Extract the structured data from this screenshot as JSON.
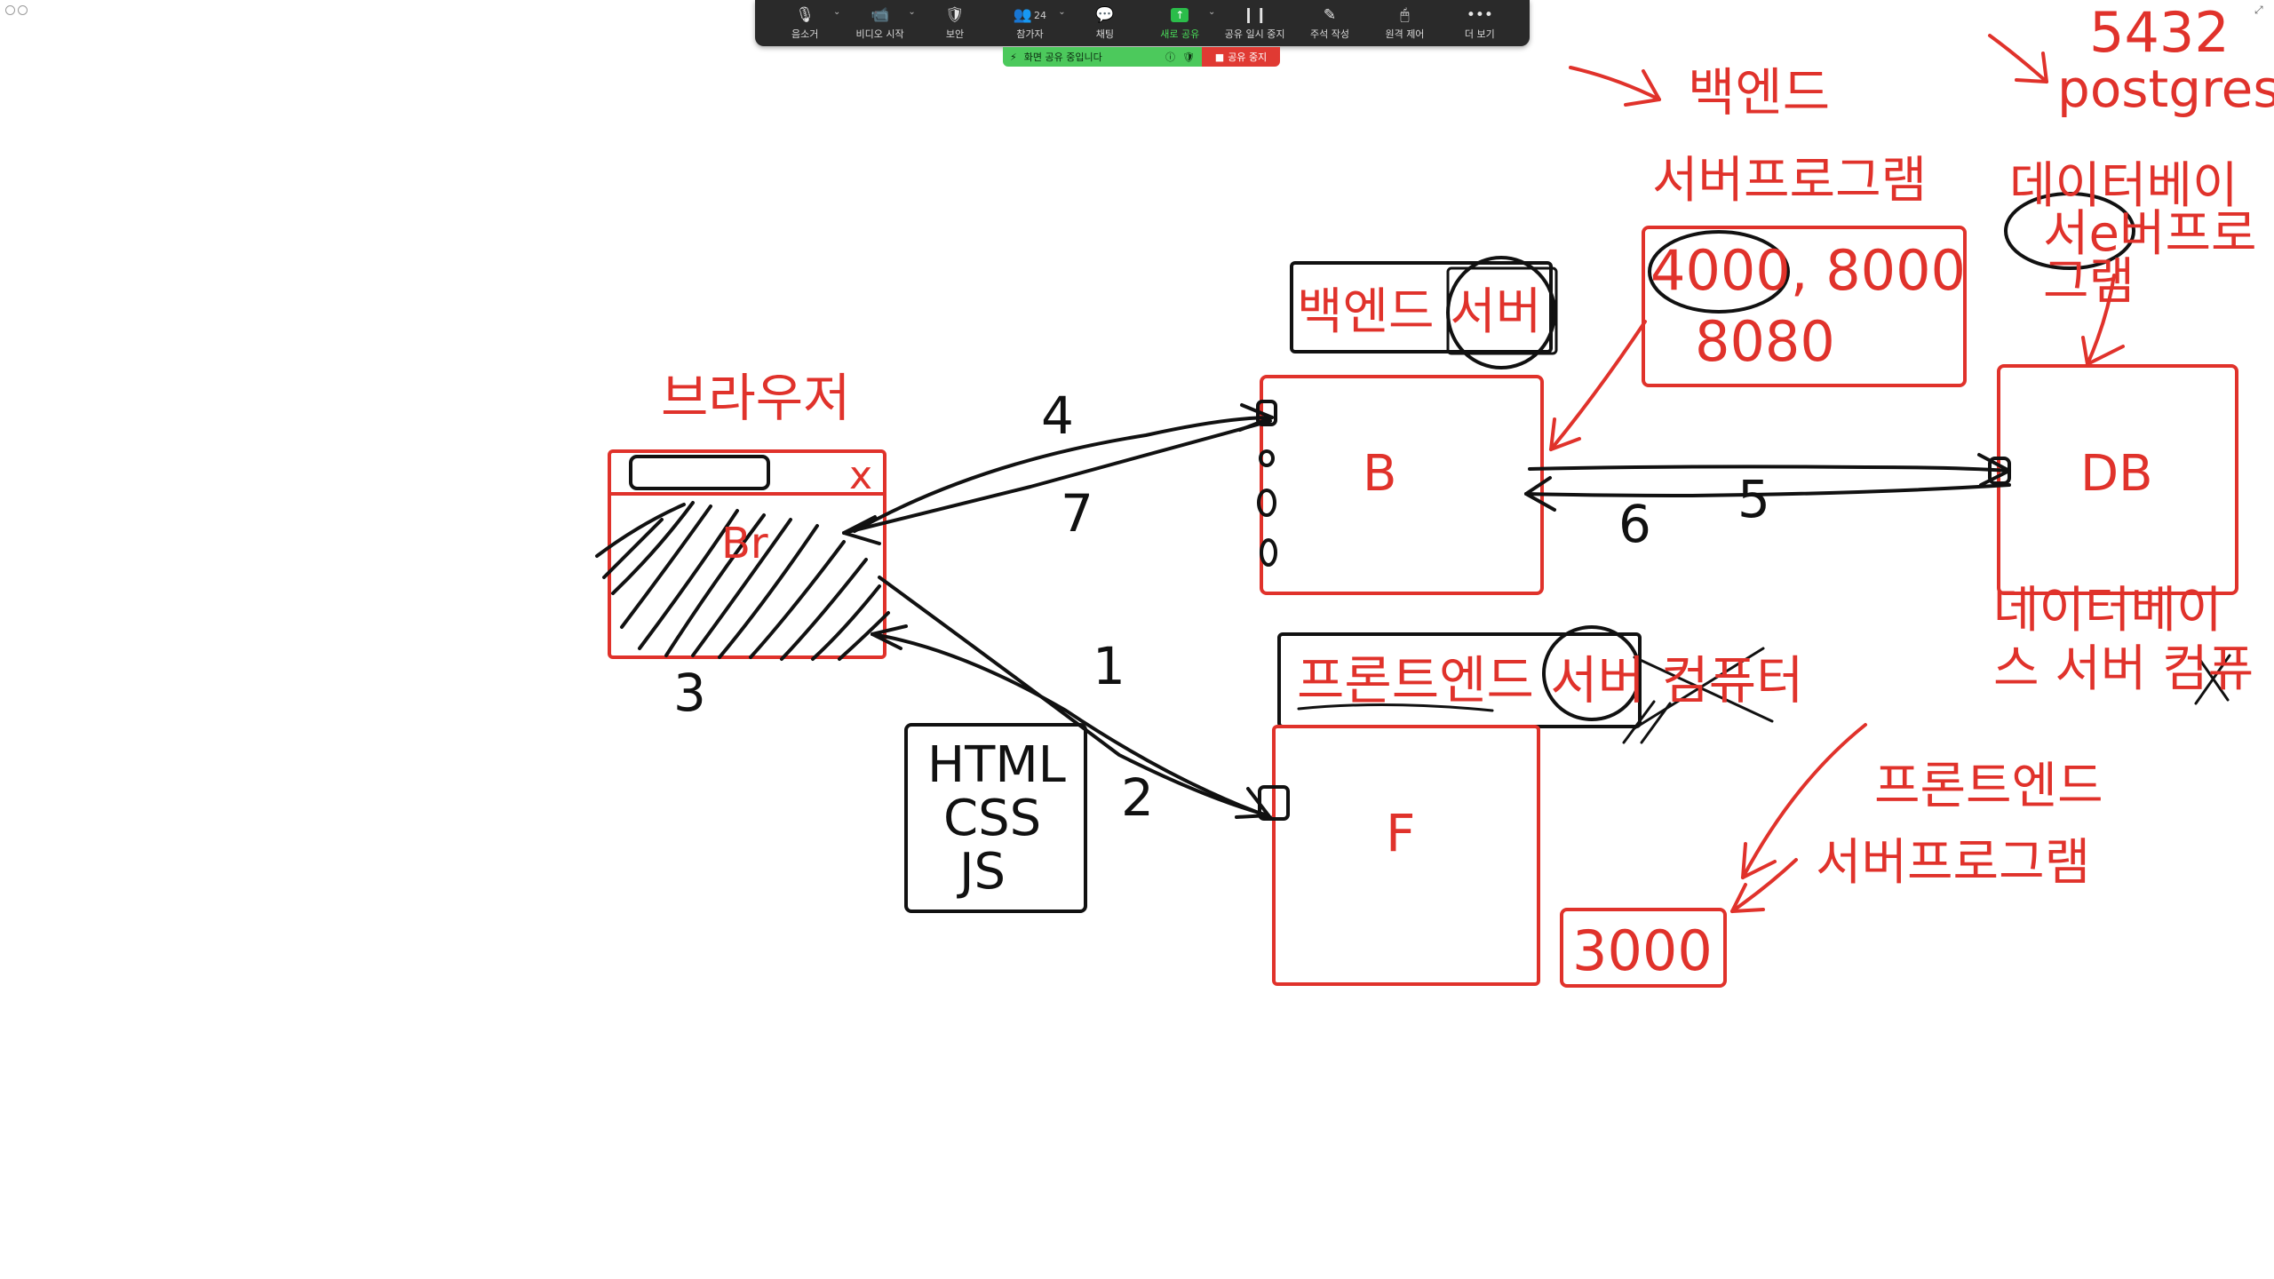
{
  "toolbar": {
    "items": [
      {
        "label": "음소거",
        "icon": "microphone-icon"
      },
      {
        "label": "비디오 시작",
        "icon": "video-off-icon"
      },
      {
        "label": "보안",
        "icon": "shield-icon"
      },
      {
        "label": "참가자",
        "icon": "participants-icon",
        "count": "24"
      },
      {
        "label": "채팅",
        "icon": "chat-icon"
      },
      {
        "label": "새로 공유",
        "icon": "share-screen-icon"
      },
      {
        "label": "공유 일시 중지",
        "icon": "pause-icon"
      },
      {
        "label": "주석 작성",
        "icon": "pencil-icon"
      },
      {
        "label": "원격 제어",
        "icon": "mouse-icon"
      },
      {
        "label": "더 보기",
        "icon": "more-icon"
      }
    ]
  },
  "share_bar": {
    "status": "화면 공유 중입니다",
    "stop": "공유 중지"
  },
  "colors": {
    "annotation_red": "#e0322b",
    "ink_black": "#111111",
    "toolbar_bg": "#2a2a2a",
    "share_green": "#4cc95c",
    "stop_red": "#e03a33"
  },
  "whiteboard": {
    "browser_title": "브라우저",
    "browser_close": "x",
    "browser_inner": "Br",
    "backend_server_label": "백엔드 서버",
    "backend_box": "B",
    "frontend_server_label": "프론트엔드 서버 컴퓨터",
    "frontend_box": "F",
    "db_box": "DB",
    "files_box": [
      "HTML",
      "CSS",
      "JS"
    ],
    "steps": [
      "1",
      "2",
      "3",
      "4",
      "5",
      "6",
      "7"
    ],
    "top_backend": "백엔드",
    "backend_program": "서버프로그램",
    "backend_ports_line1": "4000, 8000",
    "backend_ports_line2": "8080",
    "db_port": "5432",
    "db_name": "postgres",
    "db_program_line1": "데이터베이",
    "db_program_line2": "서e버프로",
    "db_program_line3": "그램",
    "db_server_line1": "데이터베이",
    "db_server_line2": "스 서버 컴퓨",
    "frontend_label": "프론트엔드",
    "frontend_program": "서버프로그램",
    "frontend_port": "3000"
  }
}
